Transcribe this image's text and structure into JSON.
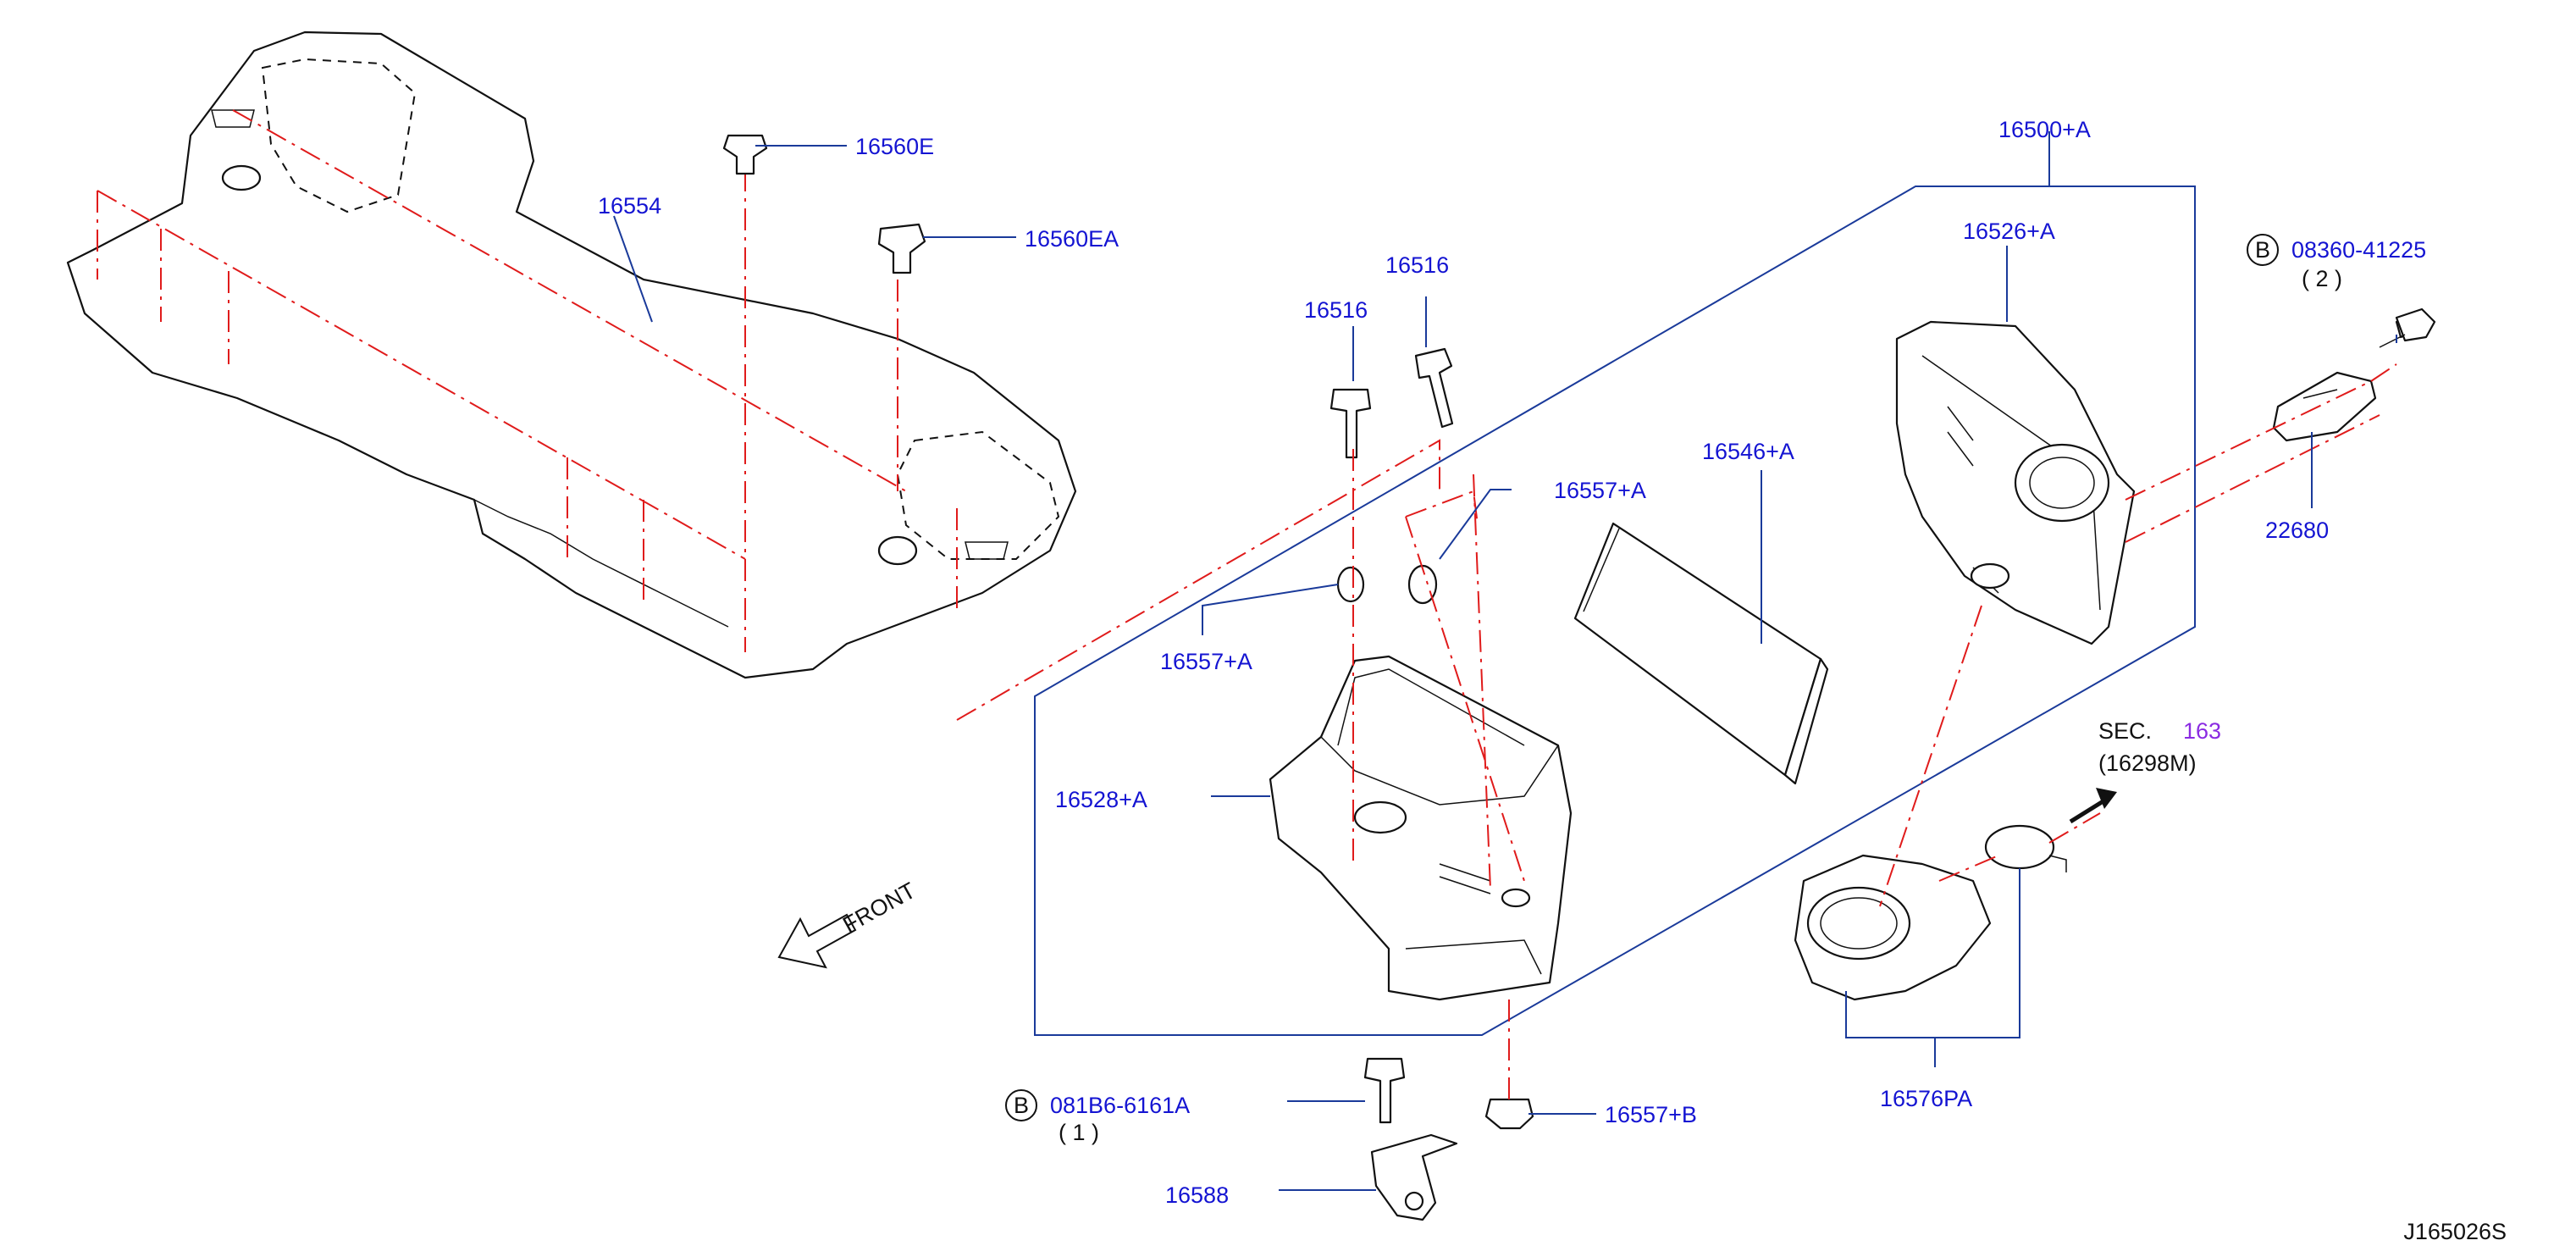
{
  "diagram_code": "J165026S",
  "front_label": "FRONT",
  "section_ref": {
    "prefix": "SEC.",
    "number": "163",
    "sub": "(16298M)"
  },
  "callouts": {
    "p16554": "16554",
    "p16560E": "16560E",
    "p16560EA": "16560EA",
    "p16500A": "16500+A",
    "p16526A": "16526+A",
    "p16516_left": "16516",
    "p16516_right": "16516",
    "p16546A": "16546+A",
    "p16557A_top": "16557+A",
    "p16557A_left": "16557+A",
    "p16528A": "16528+A",
    "p16557B": "16557+B",
    "p16576PA": "16576PA",
    "p22680": "22680",
    "p16588": "16588",
    "bolt_top": "08360-41225",
    "bolt_top_qty": "( 2 )",
    "bolt_bottom": "081B6-6161A",
    "bolt_bottom_qty": "( 1 )",
    "b_marker_top": "B",
    "b_marker_bottom": "B"
  },
  "colors": {
    "callout_text": "#1414d2",
    "leader_line": "#1a3a9a",
    "phantom_line": "#e01b1b",
    "section_number": "#8a2be2"
  }
}
